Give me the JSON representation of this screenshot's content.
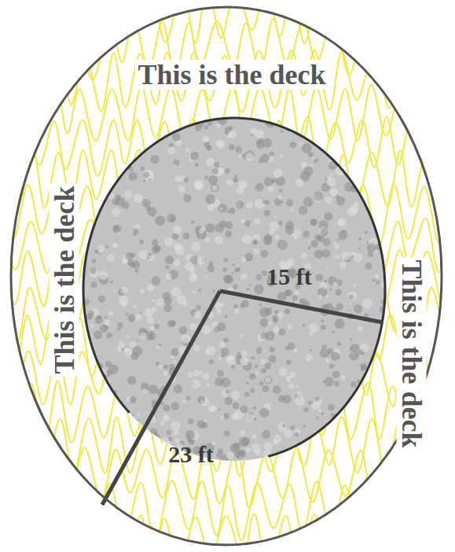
{
  "diagram": {
    "nodes": [
      {
        "text": [
          "This is the deck",
          "This is the deck",
          "This is the deck"
        ]
      }
    ],
    "labels": [
      "15 ft",
      "23 ft"
    ]
  }
}
